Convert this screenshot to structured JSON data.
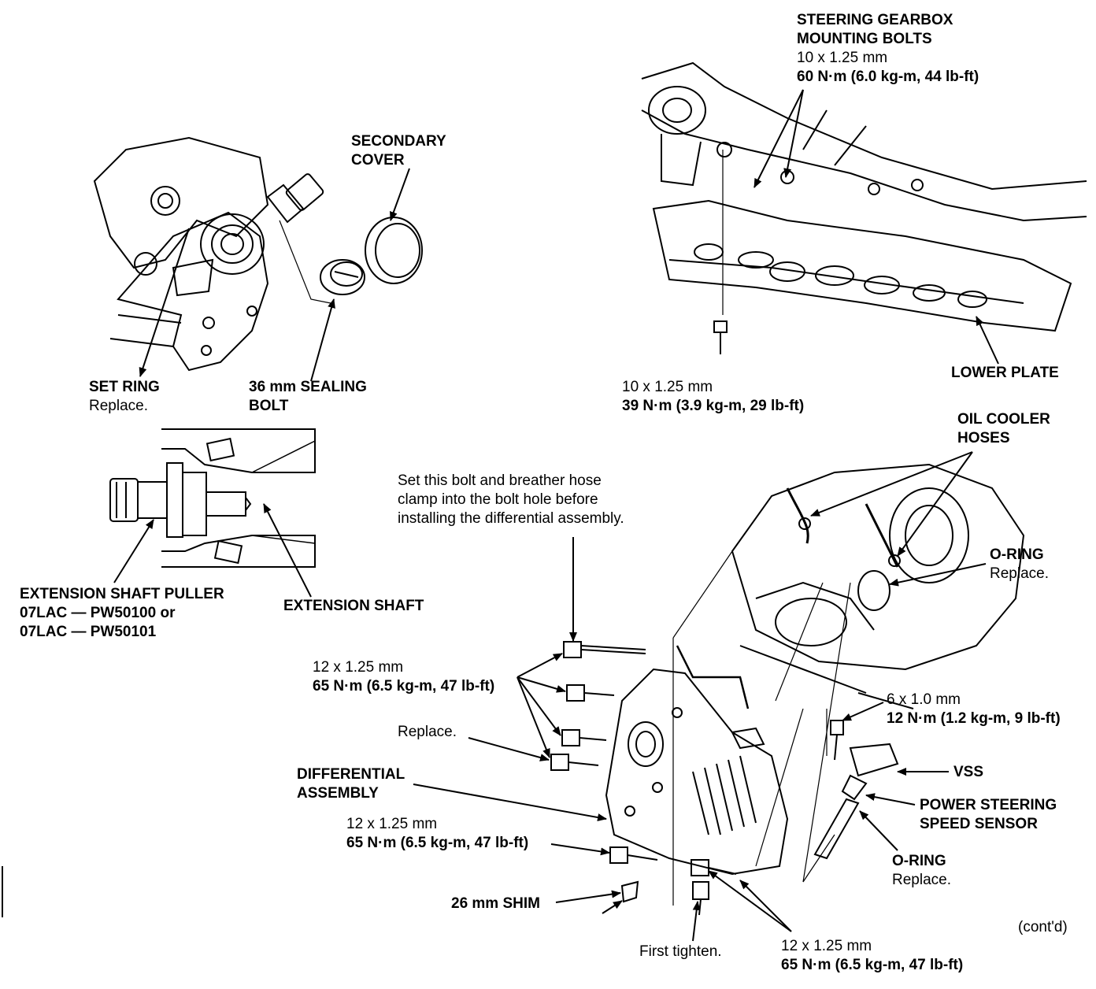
{
  "labels": {
    "steering_gearbox": {
      "title1": "STEERING GEARBOX",
      "title2": "MOUNTING BOLTS",
      "size": "10 x 1.25 mm",
      "torque": "60 N·m (6.0 kg-m, 44 lb-ft)"
    },
    "secondary_cover": {
      "line1": "SECONDARY",
      "line2": "COVER"
    },
    "lower_plate": "LOWER PLATE",
    "lower_bolt": {
      "size": "10 x 1.25 mm",
      "torque": "39 N·m (3.9 kg-m, 29 lb-ft)"
    },
    "set_ring": {
      "title": "SET RING",
      "note": "Replace."
    },
    "sealing_bolt": {
      "line1": "36 mm SEALING",
      "line2": "BOLT"
    },
    "oil_cooler_hoses": {
      "line1": "OIL COOLER",
      "line2": "HOSES"
    },
    "set_bolt_note": {
      "line1": "Set this bolt and breather hose",
      "line2": "clamp into the bolt hole before",
      "line3": "installing the differential assembly."
    },
    "o_ring_top": {
      "title": "O-RING",
      "note": "Replace."
    },
    "extension_puller": {
      "line1": "EXTENSION SHAFT PULLER",
      "line2": "07LAC — PW50100 or",
      "line3": "07LAC — PW50101"
    },
    "extension_shaft": "EXTENSION SHAFT",
    "bolt_12_top": {
      "size": "12 x 1.25 mm",
      "torque": "65 N·m (6.5 kg-m, 47 lb-ft)"
    },
    "bolt_6": {
      "size": "6 x 1.0 mm",
      "torque": "12 N·m (1.2 kg-m, 9 lb-ft)"
    },
    "replace_note": "Replace.",
    "vss": "VSS",
    "differential_assembly": {
      "line1": "DIFFERENTIAL",
      "line2": "ASSEMBLY"
    },
    "power_steering_sensor": {
      "line1": "POWER STEERING",
      "line2": "SPEED SENSOR"
    },
    "bolt_12_mid": {
      "size": "12 x 1.25 mm",
      "torque": "65 N·m (6.5 kg-m, 47 lb-ft)"
    },
    "o_ring_bottom": {
      "title": "O-RING",
      "note": "Replace."
    },
    "shim": "26 mm SHIM",
    "contd": "(cont'd)",
    "first_tighten": "First tighten.",
    "bolt_12_bottom": {
      "size": "12 x 1.25 mm",
      "torque": "65 N·m (6.5 kg-m, 47 lb-ft)"
    }
  }
}
